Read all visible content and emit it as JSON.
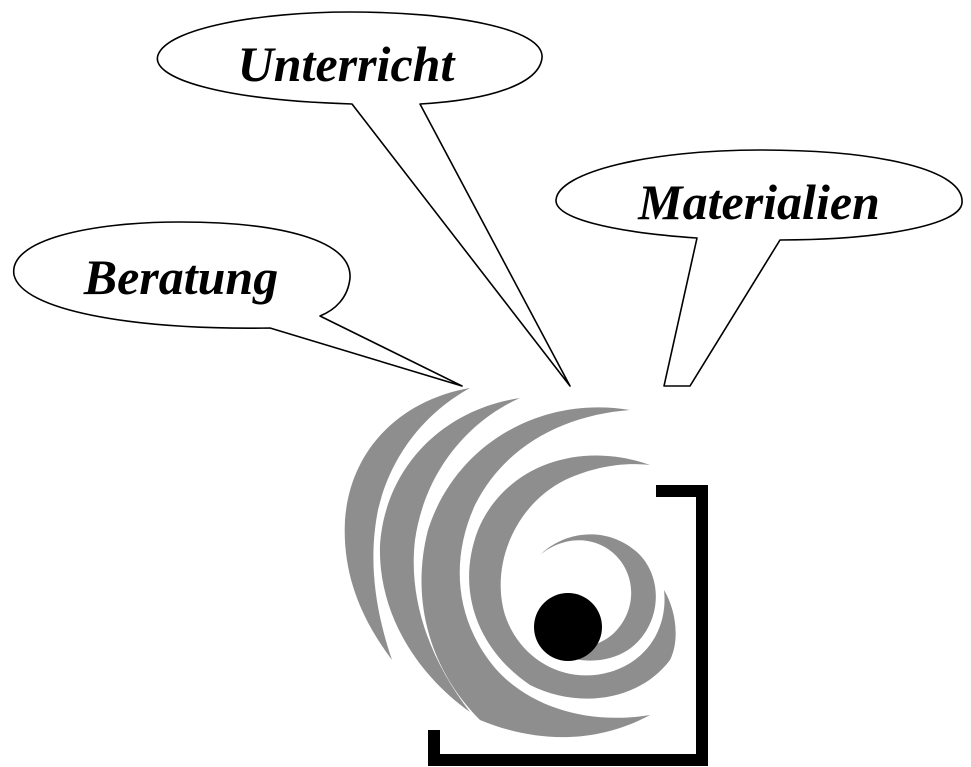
{
  "bubbles": {
    "unterricht": "Unterricht",
    "materialien": "Materialien",
    "beratung": "Beratung"
  },
  "colors": {
    "swirl": "#8e8e8e",
    "bracket": "#000000",
    "dot": "#000000",
    "outline": "#000000",
    "background": "#ffffff"
  },
  "logo": {
    "description_icon": "swirl-eye-logo-icon"
  }
}
